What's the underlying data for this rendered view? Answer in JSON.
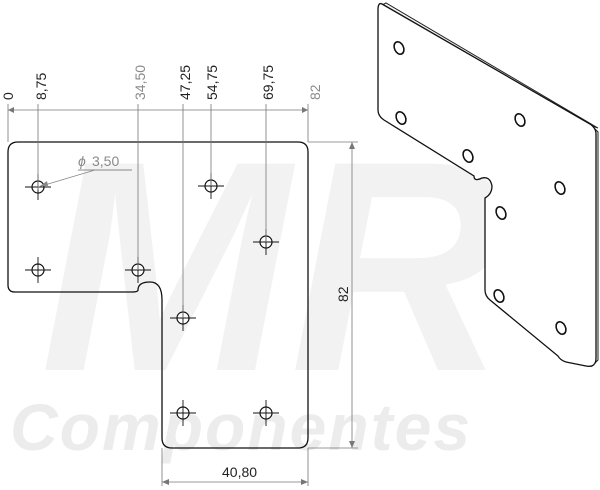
{
  "watermark": {
    "logo": "MR",
    "brand": "Componentes"
  },
  "drawing": {
    "top_dimensions": [
      "0",
      "8,75",
      "34,50",
      "47,25",
      "54,75",
      "69,75",
      "82"
    ],
    "hole_diameter": "3,50",
    "diameter_symbol": "ϕ",
    "height_dimension": "82",
    "bottom_dimension": "40,80"
  },
  "colors": {
    "outline": "#111111",
    "dimension_line": "#777777",
    "watermark": "#eeeeee",
    "leader": "#888888"
  }
}
